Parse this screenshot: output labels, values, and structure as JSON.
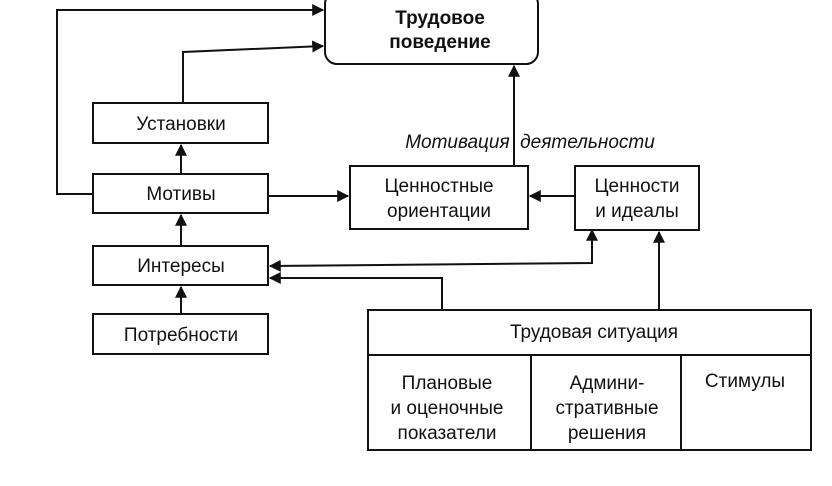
{
  "diagram": {
    "labor_behavior": [
      "Трудовое",
      "поведение"
    ],
    "attitudes": "Установки",
    "motives": "Мотивы",
    "interests": "Интересы",
    "needs": "Потребности",
    "value_orientations": [
      "Ценностные",
      "ориентации"
    ],
    "values_ideals": [
      "Ценности",
      "и идеалы"
    ],
    "motivation_label": "Мотивация  деятельности",
    "labor_situation": {
      "title": "Трудовая ситуация",
      "planned_indicators": [
        "Плановые",
        "и оценочные",
        "показатели"
      ],
      "admin_decisions": [
        "Админи-",
        "стративные",
        "решения"
      ],
      "incentives": "Стимулы"
    }
  }
}
